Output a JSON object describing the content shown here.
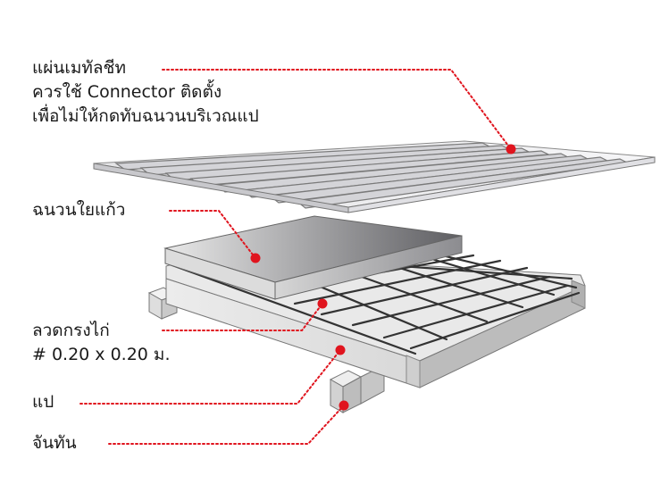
{
  "labels": {
    "metal_sheet": {
      "line1": "แผ่นเมทัลชีท",
      "line2": "ควรใช้ Connector ติดตั้ง",
      "line3": "เพื่อไม่ให้กดทับฉนวนบริเวณแป"
    },
    "insulation": "ฉนวนใยแก้ว",
    "wire_mesh": {
      "line1": "ลวดกรงไก่",
      "line2": "# 0.20 x 0.20 ม."
    },
    "purlin": "แป",
    "rafter": "จันทัน"
  },
  "colors": {
    "leader_line": "#e0141e",
    "marker_dot": "#e0141e",
    "text": "#1a1a1a"
  }
}
